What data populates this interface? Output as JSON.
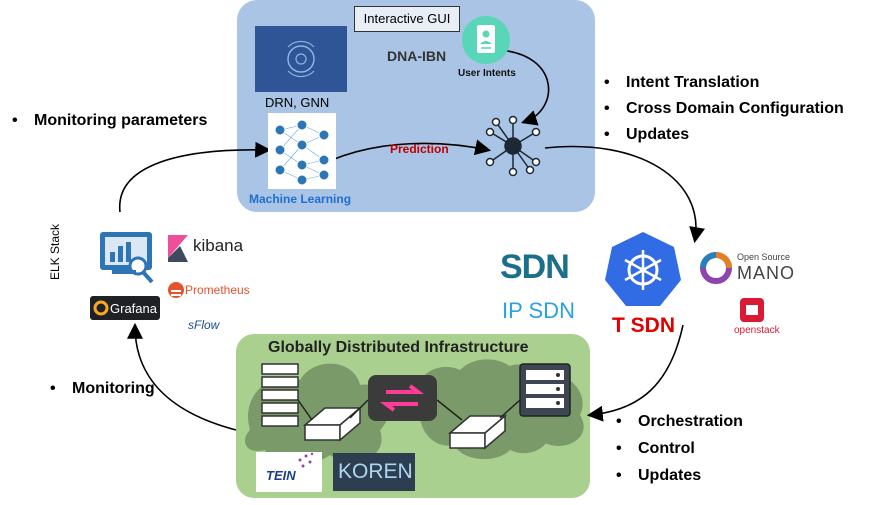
{
  "top": {
    "gui_label": "Interactive GUI",
    "dna_ibn": "DNA-IBN",
    "user_intents": "User Intents",
    "drn_gnn": "DRN, GNN",
    "prediction": "Prediction",
    "machine_learning": "Machine Learning"
  },
  "left_bullets": {
    "monitoring_parameters": "Monitoring parameters",
    "monitoring": "Monitoring"
  },
  "right_top_bullets": [
    "Intent Translation",
    "Cross Domain Configuration",
    "Updates"
  ],
  "right_bottom_bullets": [
    "Orchestration",
    "Control",
    "Updates"
  ],
  "tools": {
    "elk_stack": "ELK Stack",
    "kibana": "kibana",
    "prometheus": "Prometheus",
    "grafana": "Grafana",
    "sflow": "sFlow"
  },
  "sdn": {
    "sdn": "SDN",
    "ip_sdn": "IP SDN",
    "t_sdn": "T SDN",
    "open_source": "Open Source",
    "mano": "MANO",
    "openstack": "openstack"
  },
  "infra": {
    "title": "Globally Distributed Infrastructure",
    "tein": "TEIN",
    "koren": "KOREN"
  },
  "colors": {
    "panel_blue": "#a9c4e4",
    "panel_green": "#a9d08e",
    "prediction_red": "#c00000",
    "ml_blue": "#1f6fd1",
    "sdn_teal": "#1b6f8a",
    "ip_sdn_blue": "#29a3e0",
    "t_sdn_red": "#e00000",
    "k8s_blue": "#326ce5",
    "koren_bg": "#2c3e50"
  }
}
